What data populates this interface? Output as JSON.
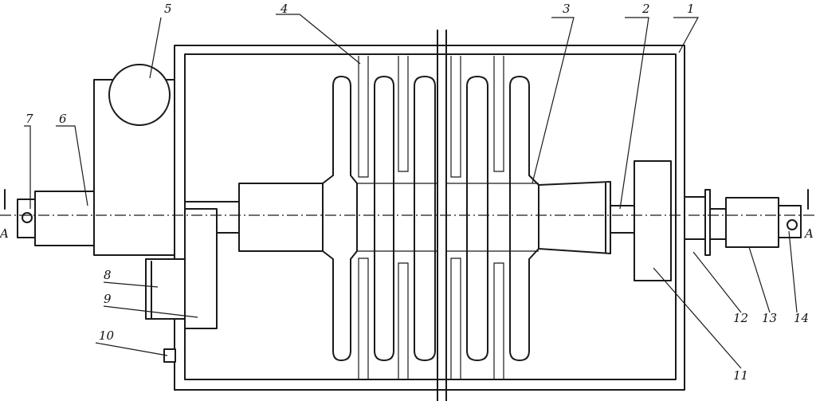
{
  "labels": {
    "l1": "1",
    "l2": "2",
    "l3": "3",
    "l4": "4",
    "l5": "5",
    "l6": "6",
    "l7": "7",
    "l8": "8",
    "l9": "9",
    "l10": "10",
    "l11": "11",
    "l12": "12",
    "l13": "13",
    "l14": "14"
  },
  "section": {
    "left": "A",
    "right": "A"
  }
}
